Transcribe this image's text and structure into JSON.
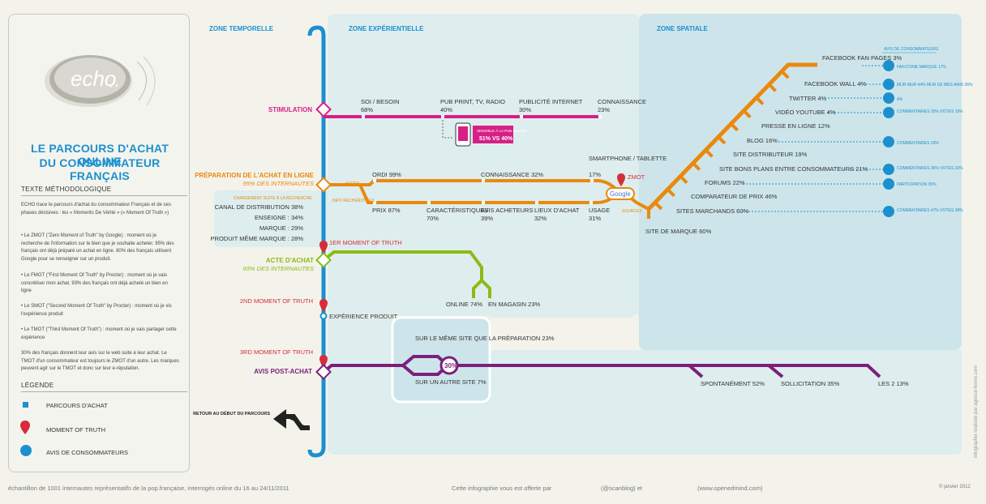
{
  "logo": {
    "name": "echo",
    "version": "v. 4"
  },
  "panel": {
    "title_line1": "LE PARCOURS D'ACHAT ONLINE",
    "title_line2": "DU CONSOMMATEUR FRANÇAIS",
    "method_heading": "TEXTE MÉTHODOLOGIQUE",
    "method_intro": "ECHO trace le parcours d'achat du consommateur Français et de ses phases décisives : les « Moments De Vérité » (« Moment Of Truth »)",
    "zmot_text": "• Le ZMOT (\"Zero Moment of Truth\" by Google) : moment où je recherche de l'information sur le bien que je souhaite acheter. 95% des français ont déjà préparé un achat en ligne. 80% des français utilisent Google pour se renseigner sur un produit.",
    "fmot_text": "• Le FMOT (\"First Moment Of Truth\" by Procter) : moment où je vais concrétiser mon achat. 93% des français ont déjà acheté un bien en ligne",
    "smot_text": "• Le SMOT (\"Second Moment Of Truth\" by Procter) : moment où je vis l'expérience produit",
    "tmot_text": "• Le TMOT (\"Third Moment Of Truth\") : moment où je vais partager cette expérience",
    "closing_text": "30% des français donnent leur avis sur le web suite à leur achat. Le TMOT d'un consommateur est toujours le ZMOT d'un autre. Les marques peuvent agir sur le TMOT et donc sur leur e-réputation.",
    "legend_heading": "LÉGENDE",
    "legend": [
      "PARCOURS D'ACHAT",
      "MOMENT OF TRUTH",
      "AVIS DE CONSOMMATEURS"
    ]
  },
  "zones": {
    "temporelle": "ZONE TEMPORELLE",
    "experientielle": "ZONE EXPÉRIENTIELLE",
    "spatiale": "ZONE SPATIALE"
  },
  "stages": {
    "stimulation": "STIMULATION",
    "preparation": "PRÉPARATION DE L'ACHAT EN LIGNE",
    "preparation_pct": "95% DES INTERNAUTES",
    "acte": "ACTE D'ACHAT",
    "acte_pct": "93% DES INTERNAUTES",
    "avis": "AVIS POST-ACHAT",
    "moment1": "1ER MOMENT OF TRUTH",
    "moment2": "2ND MOMENT OF TRUTH",
    "moment3": "3RD MOMENT OF TRUTH",
    "experience": "EXPÉRIENCE PRODUIT",
    "retour": "RETOUR AU DÉBUT DU PARCOURS"
  },
  "stimulation": {
    "stops": [
      {
        "label": "SOI / BESOIN",
        "pct": "68%"
      },
      {
        "label": "PUB PRINT, TV, RADIO",
        "pct": "40%"
      },
      {
        "label": "PUBLICITÉ INTERNET",
        "pct": "30%"
      },
      {
        "label": "CONNAISSANCE",
        "pct": "23%"
      }
    ],
    "tablet_note": "SENSIBLE À LA PUB ONLINE",
    "tablet_stat": "51% VS 40%"
  },
  "preparation": {
    "acces": "ACCÈS",
    "info": "INFO RECHERCHÉES",
    "top": [
      {
        "label": "ORDI 99%"
      },
      {
        "label": "CONNAISSANCE 32%"
      },
      {
        "label": "SMARTPHONE / TABLETTE",
        "pct": "17%"
      }
    ],
    "bottom": [
      {
        "label": "PRIX 87%"
      },
      {
        "label": "CARACTÉRISTIQUES",
        "pct": "70%"
      },
      {
        "label": "AVIS ACHETEURS",
        "pct": "39%"
      },
      {
        "label": "LIEUX D'ACHAT",
        "pct": "32%"
      },
      {
        "label": "USAGE",
        "pct": "31%"
      }
    ],
    "zmot": "ZMOT",
    "google": "Google",
    "sources": "SOURCES",
    "changement_title": "CHANGEMENT SUITE À LA RECHERCHE",
    "changement": [
      "CANAL DE DISTRIBUTION 38%",
      "ENSEIGNE : 34%",
      "MARQUE : 29%",
      "PRODUIT MÊME MARQUE : 28%"
    ]
  },
  "acte": {
    "online": "ONLINE 74%",
    "magasin": "EN MAGASIN 23%"
  },
  "avis": {
    "meme_site": "SUR LE MÊME SITE QUE LA PRÉPARATION 23%",
    "autre_site": "SUR UN AUTRE SITE 7%",
    "badge": "30%",
    "stops": [
      "SPONTANÉMENT 52%",
      "SOLLICITATION 35%",
      "LES 2 13%"
    ]
  },
  "spatiale": {
    "avis_header": "AVIS DE CONSOMMATEURS",
    "sources": [
      "FACEBOOK FAN PAGES 3%",
      "FACEBOOK WALL 4%",
      "TWITTER 4%",
      "VIDÉO YOUTUBE 4%",
      "PRESSE EN LIGNE 12%",
      "BLOG 16%",
      "SITE DISTRIBUTEUR 19%",
      "SITE BONS PLANS ENTRE CONSOMMATEURS 21%",
      "FORUMS 22%",
      "COMPARATEUR DE PRIX 46%",
      "SITES MARCHANDS 60%",
      "SITE DE MARQUE 60%"
    ],
    "bubbles": [
      "FAN D'UNE MARQUE 17%",
      "MUR MUR 44% MUR DE MES AMIS 36%",
      "4%",
      "COMMENTAIRES 20% VOTES 19%",
      "COMMENTAIRES 19%",
      "COMMENTAIRES 36% VOTES 33%",
      "PARTICIPATION 35%",
      "COMMENTAIRES 47% VOTES 38%"
    ]
  },
  "footer": {
    "sample": "échantillon de 1001 internautes représentatifs de la pop.française, interrogés online du 16 au 24/11/2011",
    "offered": "Cette infographie vous est offerte par",
    "twitter": "(@scanblog) et",
    "url": "(www.openedmind.com)",
    "copyright": "© janvier 2012",
    "credit": "infographie réalisée par agence-home.com"
  },
  "colors": {
    "blue": "#1c90cf",
    "pink": "#d71f86",
    "orange": "#e9890f",
    "green": "#8cbb14",
    "purple": "#7c1f7c",
    "red": "#d62d3a"
  }
}
